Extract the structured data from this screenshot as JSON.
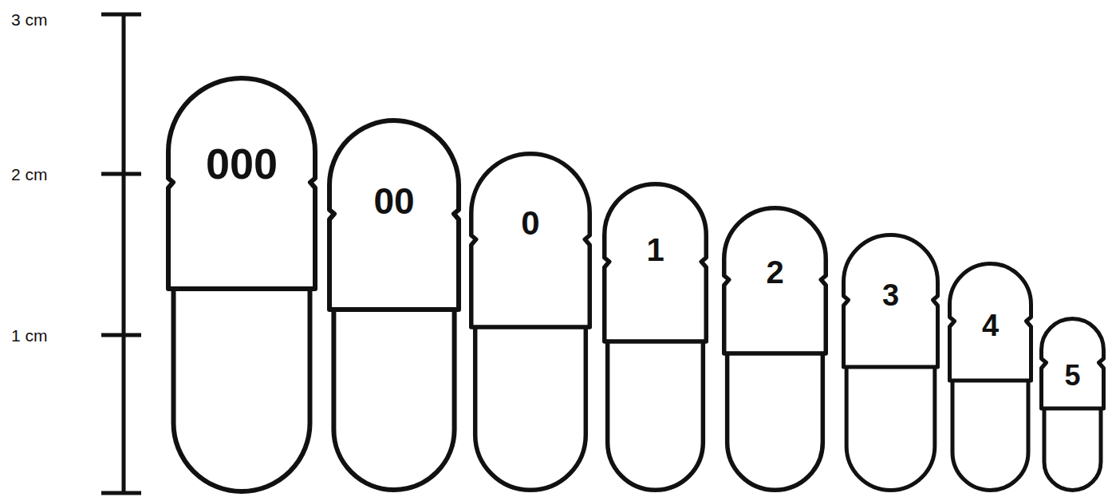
{
  "diagram": {
    "nodes": [
      {
        "text": [
          "000"
        ]
      },
      {
        "text": [
          "00"
        ]
      },
      {
        "text": [
          "0"
        ]
      },
      {
        "text": [
          "1"
        ]
      },
      {
        "text": [
          "2"
        ]
      },
      {
        "text": [
          "3"
        ]
      },
      {
        "text": [
          "4"
        ]
      },
      {
        "text": [
          "5"
        ]
      }
    ],
    "labels": [
      "3 cm",
      "2 cm",
      "1 cm"
    ]
  }
}
